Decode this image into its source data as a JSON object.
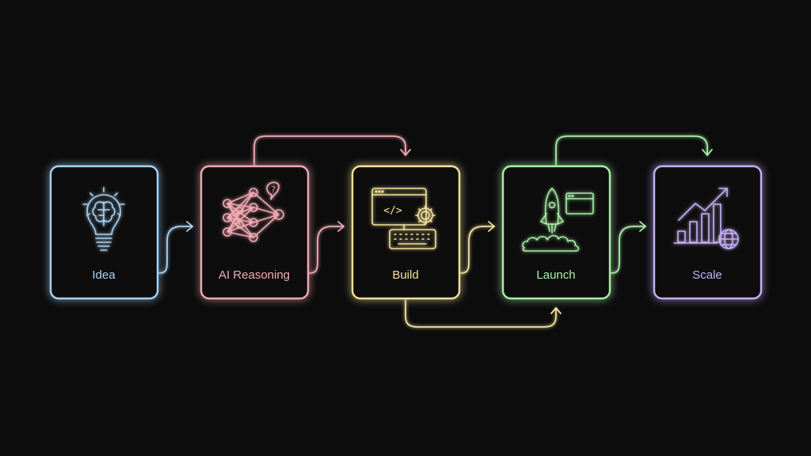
{
  "background": "#0c0c0d",
  "steps": [
    {
      "id": "idea",
      "label": "Idea",
      "color": "#a9d4f5",
      "icon": "lightbulb-brain-icon"
    },
    {
      "id": "ai-reasoning",
      "label": "AI Reasoning",
      "color": "#f3a9b2",
      "icon": "neural-network-question-icon"
    },
    {
      "id": "build",
      "label": "Build",
      "color": "#f5e29a",
      "icon": "code-window-keyboard-gear-icon"
    },
    {
      "id": "launch",
      "label": "Launch",
      "color": "#a9efa6",
      "icon": "rocket-launch-icon"
    },
    {
      "id": "scale",
      "label": "Scale",
      "color": "#c6b0f5",
      "icon": "growth-chart-globe-icon"
    }
  ],
  "icon_text": {
    "question_mark": "?",
    "code_tag": "</>"
  },
  "connections": [
    {
      "from": "idea",
      "to": "ai-reasoning",
      "type": "forward",
      "color": "#a9d4f5"
    },
    {
      "from": "ai-reasoning",
      "to": "build",
      "type": "forward",
      "color": "#f3a9b2"
    },
    {
      "from": "build",
      "to": "launch",
      "type": "forward",
      "color": "#f5e29a"
    },
    {
      "from": "launch",
      "to": "scale",
      "type": "forward",
      "color": "#a9efa6"
    },
    {
      "from": "ai-reasoning",
      "to": "build",
      "type": "loop-over",
      "color": "#f3a9b2"
    },
    {
      "from": "build",
      "to": "launch",
      "type": "loop-under",
      "color": "#f5e29a"
    },
    {
      "from": "launch",
      "to": "scale",
      "type": "loop-over",
      "color": "#a9efa6"
    }
  ]
}
